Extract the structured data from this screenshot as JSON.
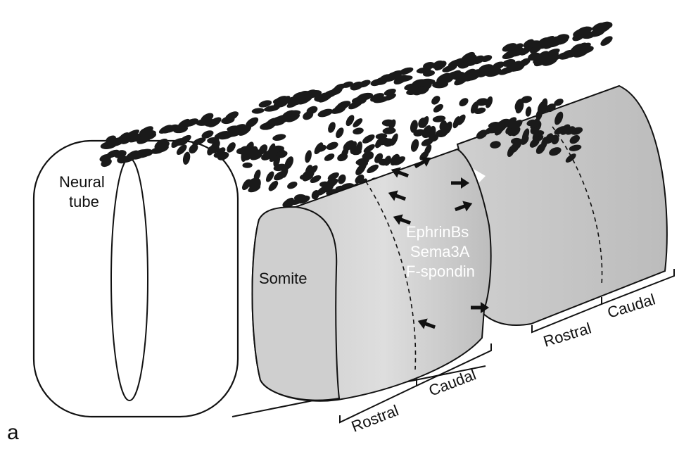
{
  "figure": {
    "panel_label": "a",
    "neural_tube_label_line1": "Neural",
    "neural_tube_label_line2": "tube",
    "somite_label": "Somite",
    "molecules": [
      "EphrinBs",
      "Sema3A",
      "F-spondin"
    ],
    "front_somite": {
      "rostral_label": "Rostral",
      "caudal_label": "Caudal"
    },
    "back_somite": {
      "rostral_label": "Rostral",
      "caudal_label": "Caudal"
    },
    "colors": {
      "somite_fill": "#d4d4d4",
      "cell_fill": "#1a1a1a",
      "outline": "#111111",
      "background": "#ffffff"
    }
  }
}
